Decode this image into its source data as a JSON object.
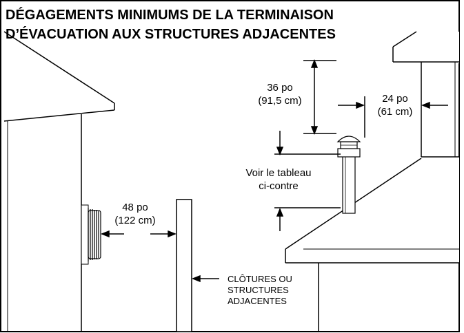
{
  "title": {
    "line1": "DÉGAGEMENTS MINIMUMS DE LA TERMINAISON",
    "line2": "D’ÉVACUATION AUX STRUCTURES ADJACENTES"
  },
  "labels": {
    "vertical_clearance": {
      "line1": "36 po",
      "line2": "(91,5 cm)"
    },
    "wall_clearance": {
      "line1": "24 po",
      "line2": "(61 cm)"
    },
    "see_table": {
      "line1": "Voir le tableau",
      "line2": "ci-contre"
    },
    "side_clearance": {
      "line1": "48 po",
      "line2": "(122 cm)"
    },
    "fence": {
      "line1": "CLÔTURES OU",
      "line2": "STRUCTURES",
      "line3": "ADJACENTES"
    }
  }
}
